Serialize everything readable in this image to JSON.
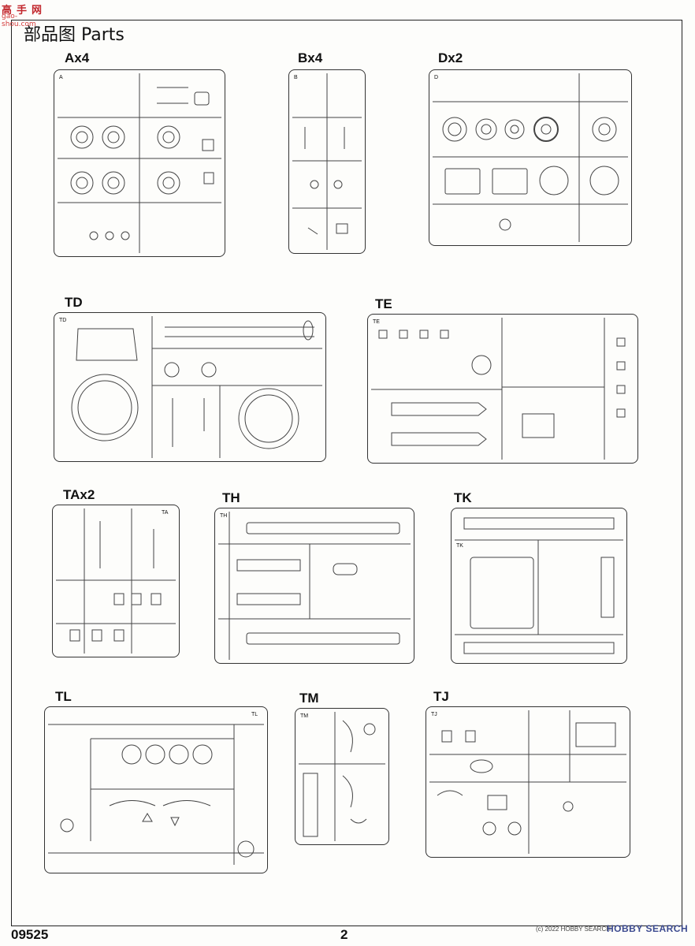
{
  "watermark": {
    "chars": [
      "高",
      "手",
      "网"
    ],
    "url": "gao-shou.com"
  },
  "title": "部品图 Parts",
  "sprues": [
    {
      "label": "Ax4",
      "tag": "A"
    },
    {
      "label": "Bx4",
      "tag": "B"
    },
    {
      "label": "Dx2",
      "tag": "D"
    },
    {
      "label": "TD",
      "tag": "TD"
    },
    {
      "label": "TE",
      "tag": "TE"
    },
    {
      "label": "TAx2",
      "tag": "TA"
    },
    {
      "label": "TH",
      "tag": "TH"
    },
    {
      "label": "TK",
      "tag": "TK"
    },
    {
      "label": "TL",
      "tag": "TL"
    },
    {
      "label": "TM",
      "tag": "TM"
    },
    {
      "label": "TJ",
      "tag": "TJ"
    }
  ],
  "footer": {
    "code": "09525",
    "page": "2",
    "copyright": "(c) 2022 HOBBY SEARCH",
    "brand": "HOBBY SEARCH"
  }
}
